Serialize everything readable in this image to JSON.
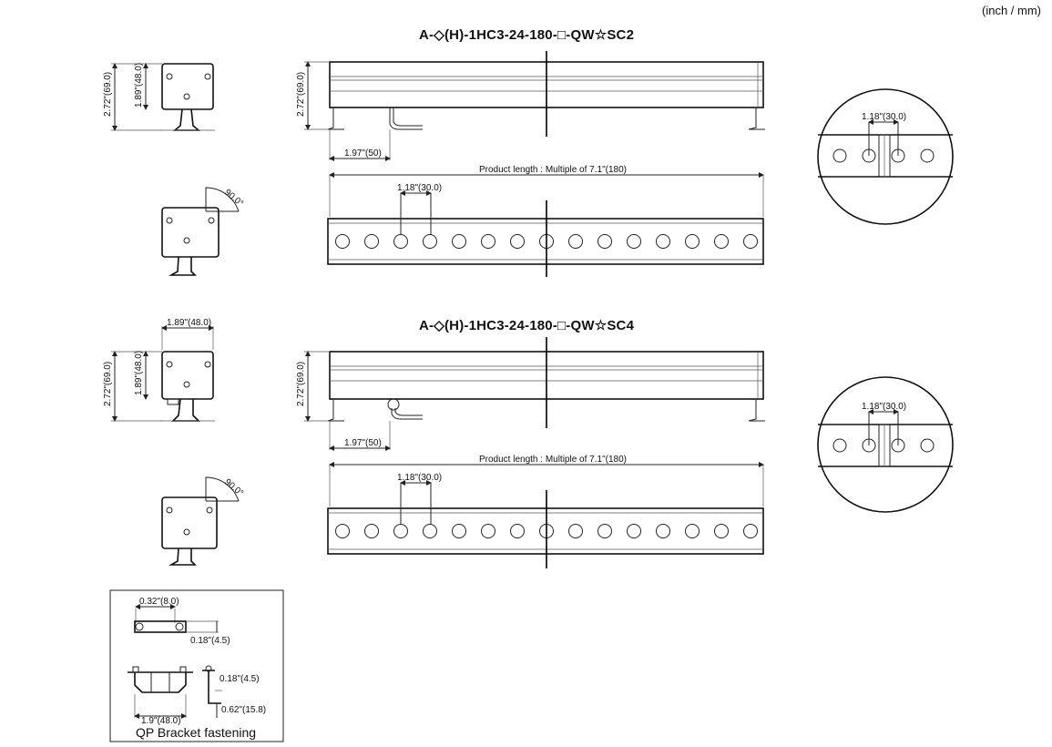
{
  "units_label": "(inch / mm)",
  "models": [
    {
      "title": "A-◇(H)-1HC3-24-180-□-QW☆SC2",
      "end_view": {
        "height_total": "2.72\"(69.0)",
        "height_body": "1.89\"(48.0)"
      },
      "tilt_angle": "90.0°",
      "side_view": {
        "height": "2.72\"(69.0)",
        "offset": "1.97\"(50)"
      },
      "product_length": "Product length : Multiple of 7.1\"(180)",
      "led_pitch": "1.18\"(30.0)",
      "detail_pitch": "1.18\"(30.0)",
      "led_count": 15
    },
    {
      "title": "A-◇(H)-1HC3-24-180-□-QW☆SC4",
      "end_view": {
        "width": "1.89\"(48.0)",
        "height_total": "2.72\"(69.0)",
        "height_body": "1.89\"(48.0)"
      },
      "tilt_angle": "90.0°",
      "side_view": {
        "height": "2.72\"(69.0)",
        "offset": "1.97\"(50)"
      },
      "product_length": "Product length : Multiple of 7.1\"(180)",
      "led_pitch": "1.18\"(30.0)",
      "detail_pitch": "1.18\"(30.0)",
      "led_count": 15
    }
  ],
  "bracket": {
    "caption": "QP Bracket fastening",
    "dim_a": "0.32\"(8.0)",
    "dim_b": "0.18\"(4.5)",
    "dim_c": "0.18\"(4.5)",
    "dim_d": "1.9\"(48.0)",
    "dim_e": "0.62\"(15.8)"
  }
}
